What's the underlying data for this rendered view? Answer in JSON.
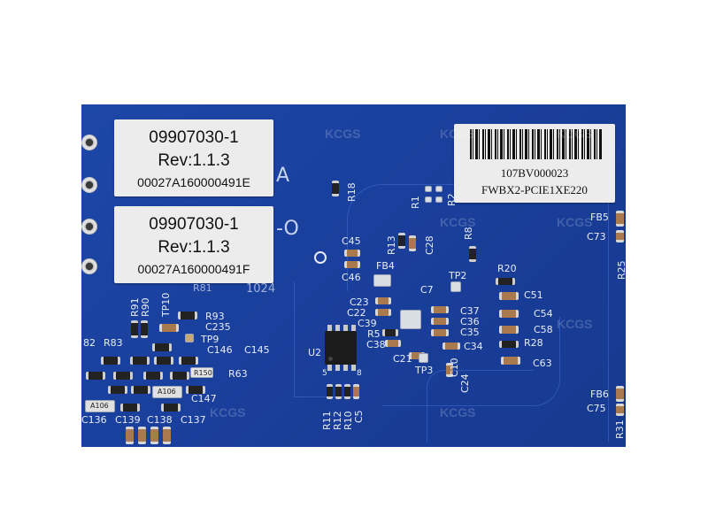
{
  "board": {
    "label_1": {
      "part": "09907030-1",
      "rev": "Rev:1.1.3",
      "serial": "00027A160000491E"
    },
    "label_2": {
      "part": "09907030-1",
      "rev": "Rev:1.1.3",
      "serial": "00027A160000491F"
    },
    "barcode_label": {
      "code": "107BV000023",
      "model": "FWBX2-PCIE1XE220"
    },
    "silkscreen": {
      "R18": "R18",
      "R1": "R1",
      "R2": "R2",
      "R13": "R13",
      "C28": "C28",
      "R8": "R8",
      "C45": "C45",
      "C46": "C46",
      "FB4": "FB4",
      "TP2": "TP2",
      "C7": "C7",
      "R20": "R20",
      "C51": "C51",
      "C54": "C54",
      "C58": "C58",
      "R28": "R28",
      "C63": "C63",
      "C23": "C23",
      "C22": "C22",
      "C39": "C39",
      "R5": "R5",
      "C38": "C38",
      "C21": "C21",
      "TP3": "TP3",
      "C37": "C37",
      "C36": "C36",
      "C35": "C35",
      "C34": "C34",
      "C10": "C10",
      "C24": "C24",
      "U2": "U2",
      "R11": "R11",
      "R12": "R12",
      "R10": "R10",
      "C5": "C5",
      "FB5": "FB5",
      "C73": "C73",
      "R25": "R25",
      "FB6": "FB6",
      "C75": "C75",
      "R31": "R31",
      "R91": "R91",
      "R90": "R90",
      "TP10": "TP10",
      "R93": "R93",
      "C235": "C235",
      "TP9": "TP9",
      "R82": "82",
      "R83": "R83",
      "C146": "C146",
      "C145": "C145",
      "R150": "R150",
      "R63": "R63",
      "A106": "A106",
      "C147": "C147",
      "C136": "C136",
      "C139": "C139",
      "C138": "C138",
      "C137": "C137",
      "pin5": "5",
      "pin8": "8",
      "big_a": "A",
      "big_o": "-O",
      "r81": "R81",
      "n1024": "1024"
    },
    "watermark": "KCGS"
  }
}
